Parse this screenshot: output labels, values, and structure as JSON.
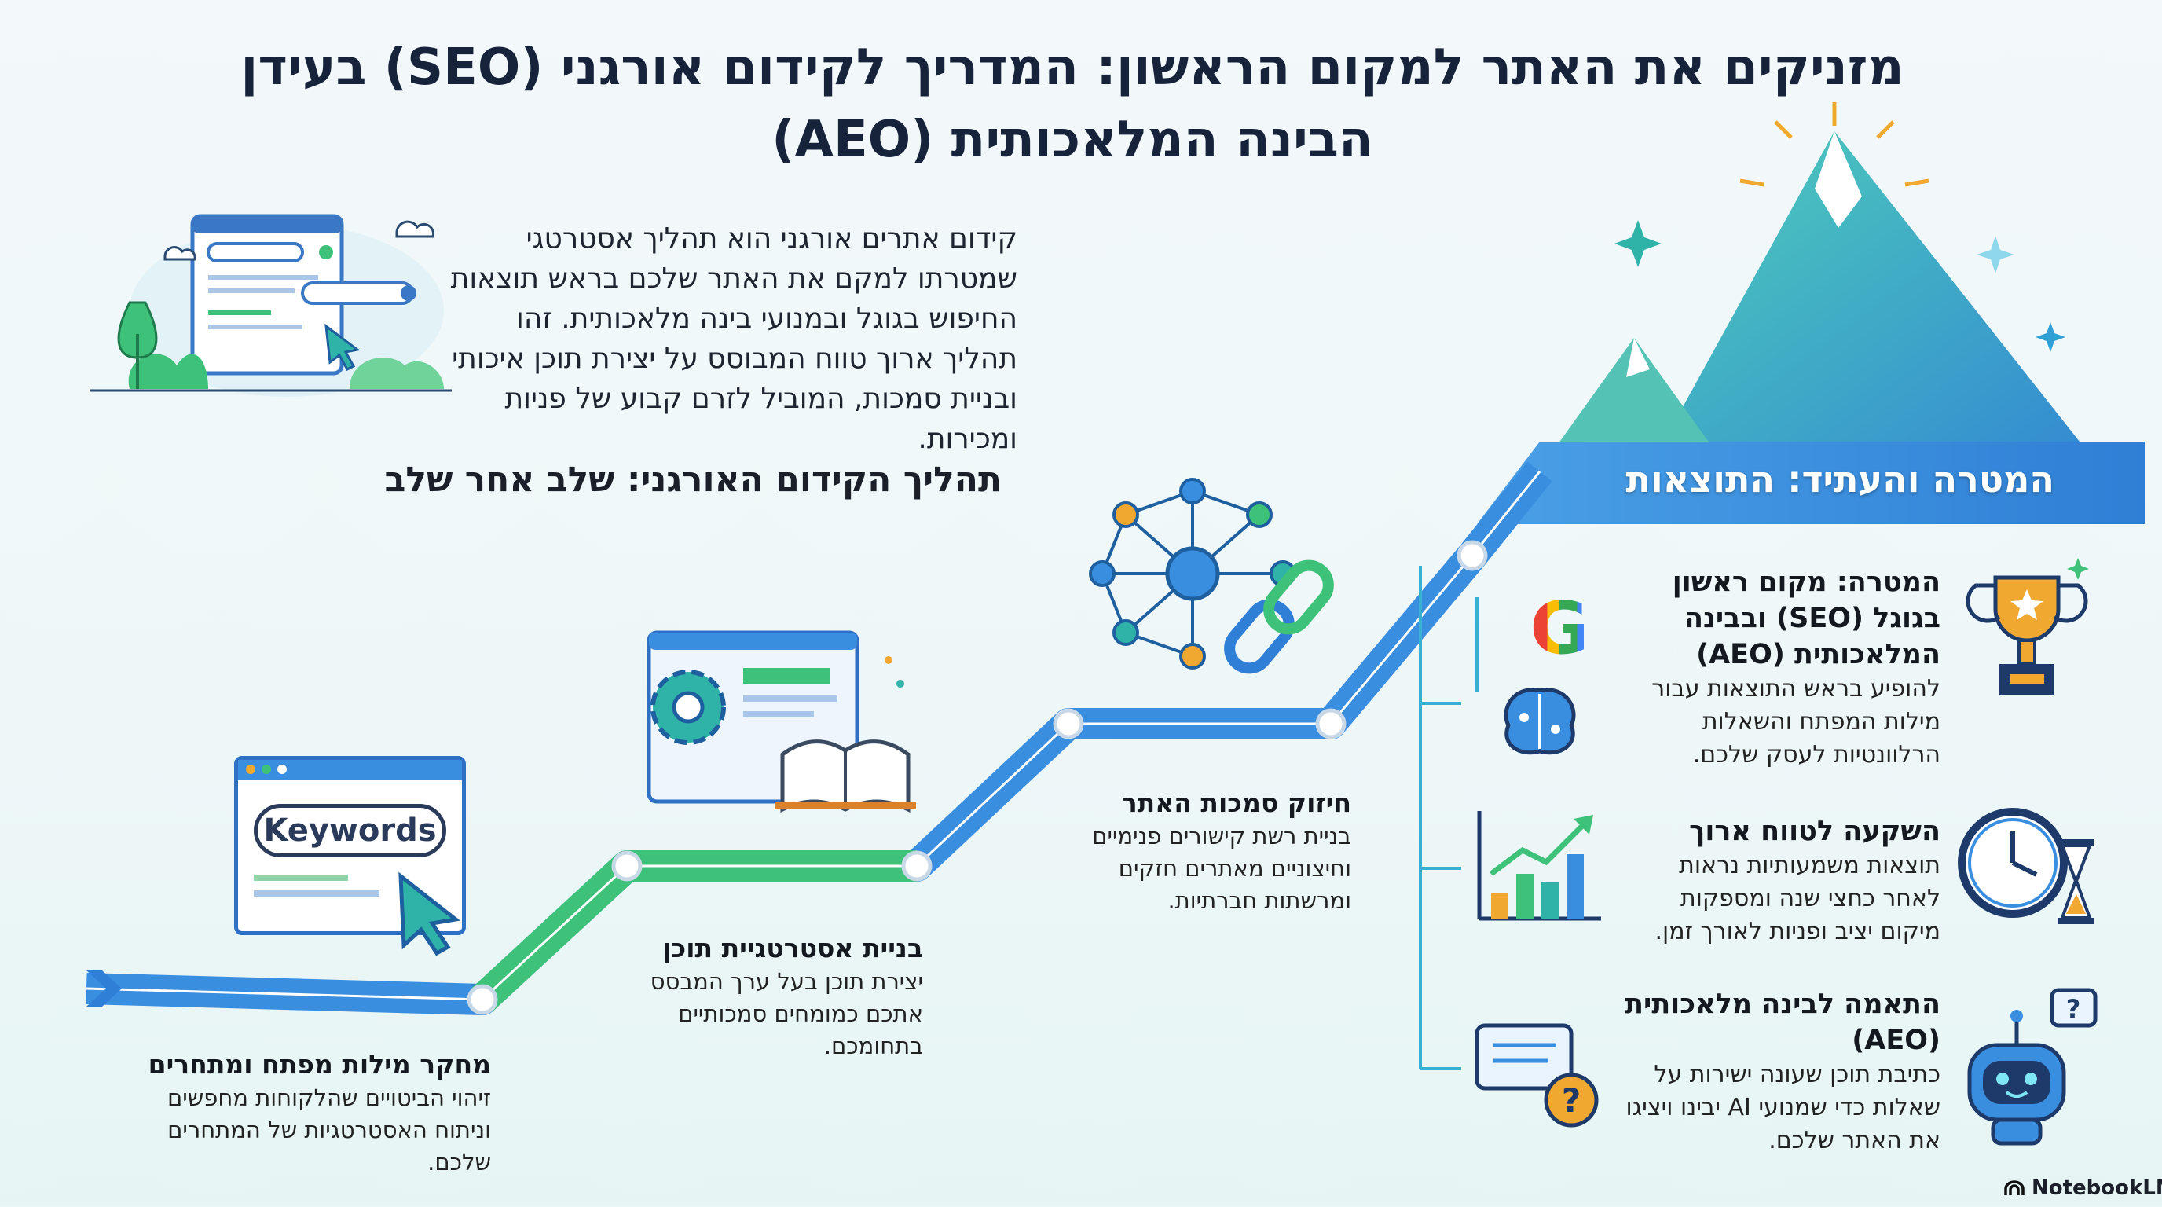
{
  "title": "מזניקים את האתר למקום הראשון: המדריך לקידום אורגני (SEO) בעידן הבינה המלאכותית (AEO)",
  "intro": "קידום אתרים אורגני הוא תהליך אסטרטגי שמטרתו למקם את האתר שלכם בראש תוצאות החיפוש בגוגל ובמנועי בינה מלאכותית. זהו תהליך ארוך טווח המבוסס על יצירת תוכן איכותי ובניית סמכות, המוביל לזרם קבוע של פניות ומכירות.",
  "process": {
    "heading": "תהליך הקידום האורגני: שלב אחר שלב",
    "keywords_badge": "Keywords",
    "steps": [
      {
        "title": "מחקר מילות מפתח ומתחרים",
        "body": "זיהוי הביטויים שהלקוחות מחפשים וניתוח האסטרטגיות של המתחרים שלכם."
      },
      {
        "title": "בניית אסטרטגיית תוכן",
        "body": "יצירת תוכן בעל ערך המבסס אתכם כמומחים סמכותיים בתחומכם."
      },
      {
        "title": "חיזוק סמכות האתר",
        "body": "בניית רשת קישורים פנימיים וחיצוניים מאתרים חזקים ומרשתות חברתיות."
      }
    ]
  },
  "results": {
    "banner": "המטרה והעתיד: התוצאות",
    "items": [
      {
        "title": "המטרה: מקום ראשון בגוגל (SEO) ובבינה המלאכותית (AEO)",
        "body": "להופיע בראש התוצאות עבור מילות המפתח והשאלות הרלוונטיות לעסק שלכם."
      },
      {
        "title": "השקעה לטווח ארוך",
        "body": "תוצאות משמעותיות נראות לאחר כחצי שנה ומספקות מיקום יציב ופניות לאורך זמן."
      },
      {
        "title": "התאמה לבינה מלאכותית (AEO)",
        "body": "כתיבת תוכן שעונה ישירות על שאלות כדי שמנועי AI יבינו ויציגו את האתר שלכם."
      }
    ]
  },
  "brand": "NotebookLM",
  "colors": {
    "blue": "#2f7fd6",
    "green": "#3ec27a",
    "teal": "#2fb3a8",
    "navy": "#16233a",
    "gold": "#f0a830"
  }
}
